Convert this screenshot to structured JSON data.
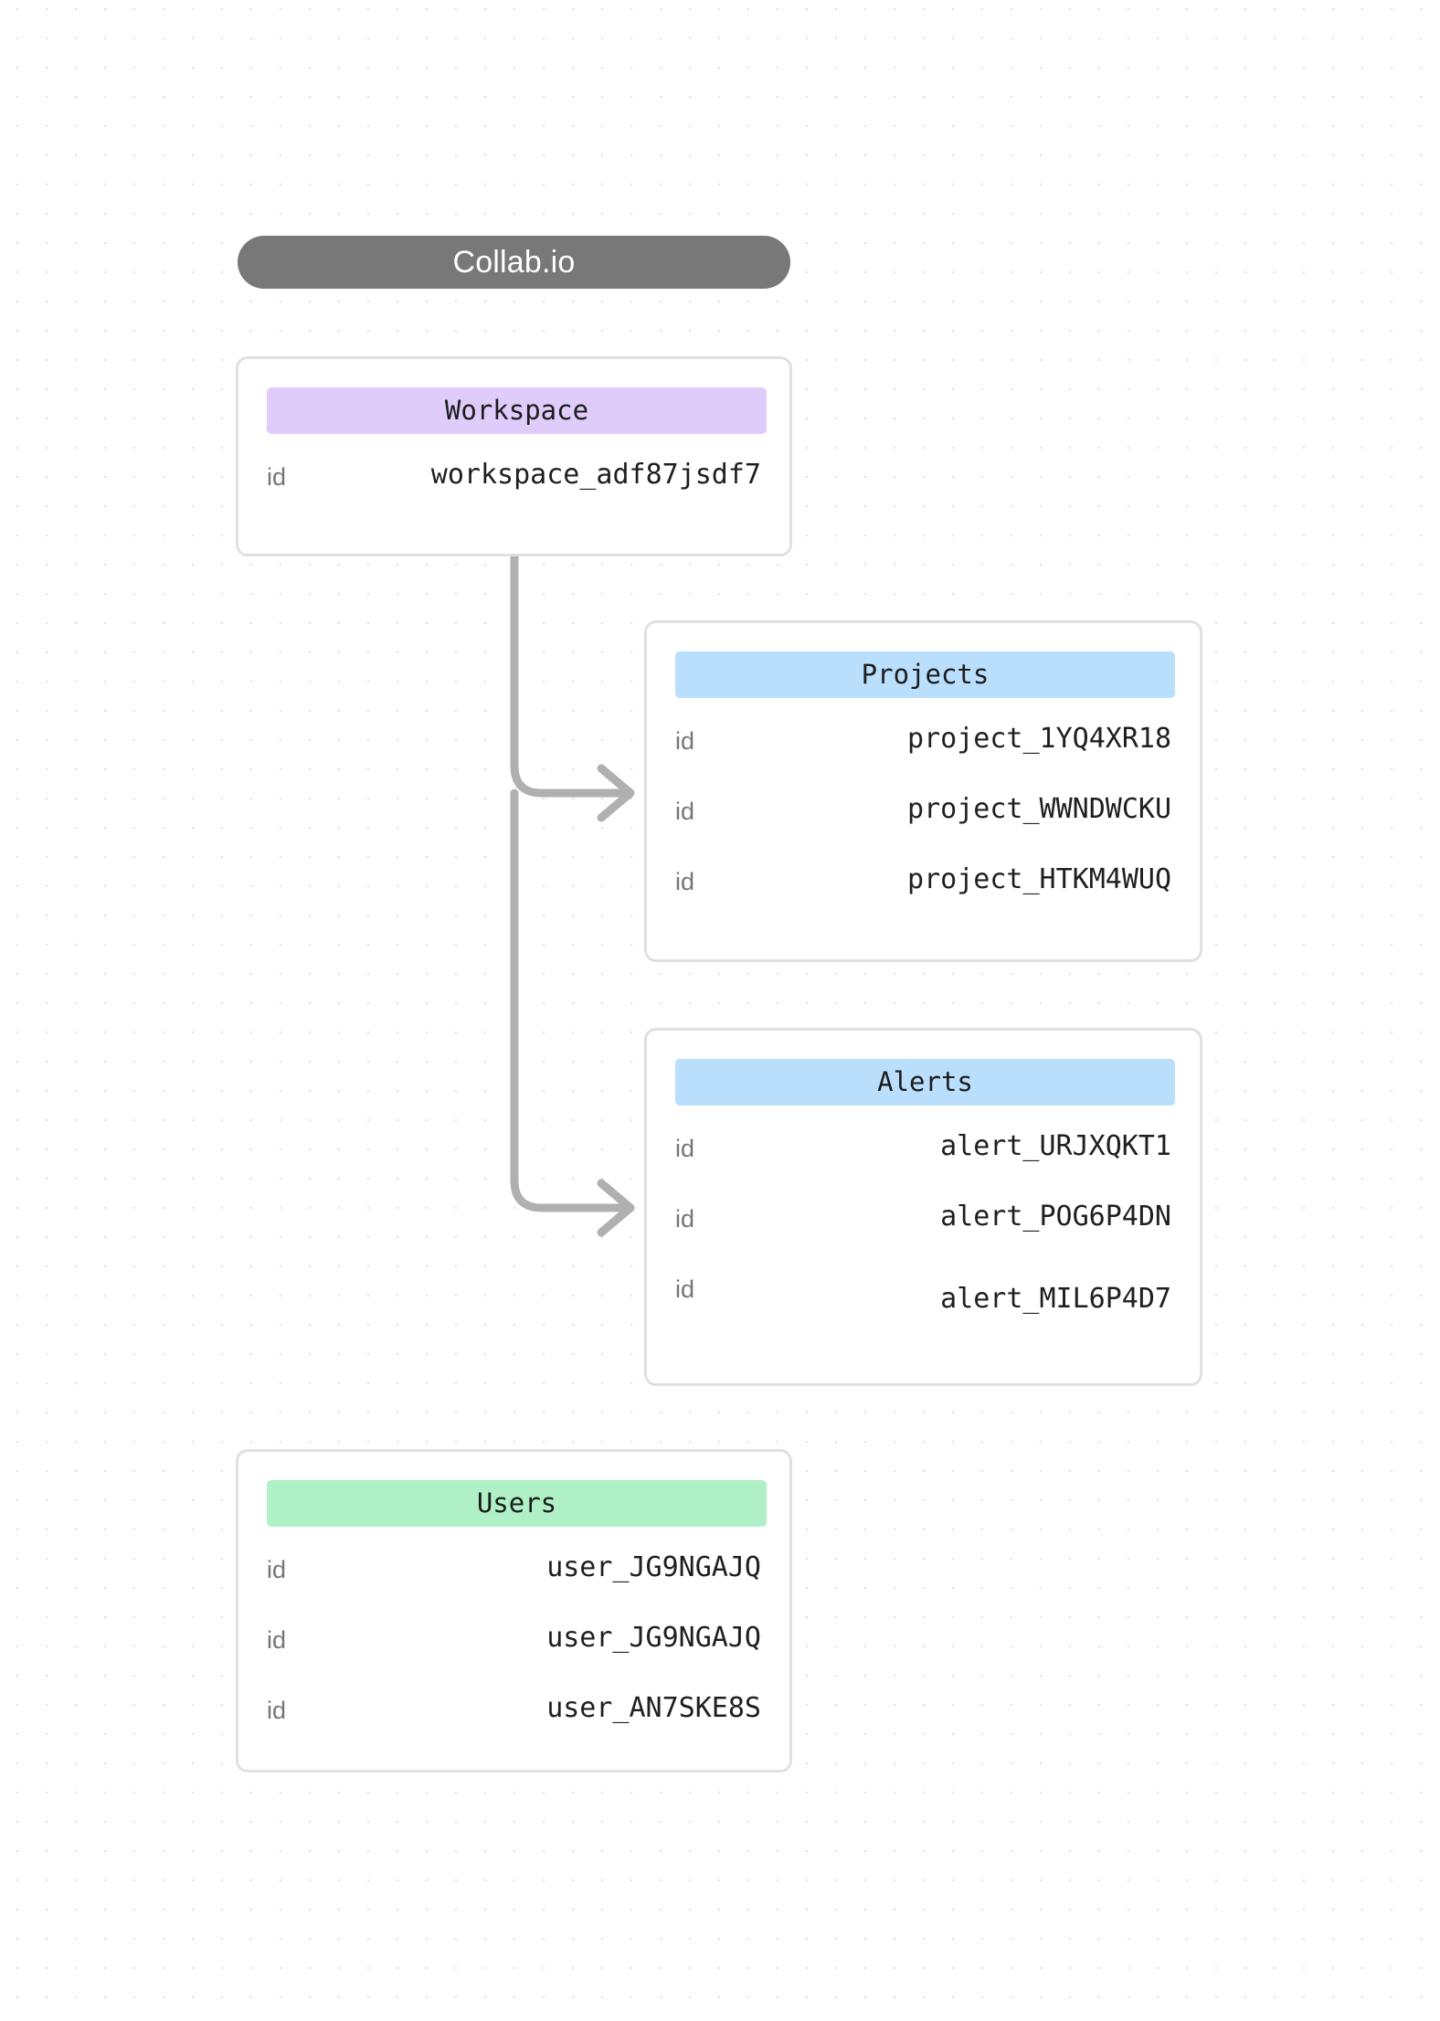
{
  "title": {
    "label": "Collab.io"
  },
  "cards": [
    {
      "name": "workspace",
      "header": "Workspace",
      "accent": "#e0ccfa",
      "rows": [
        {
          "key": "id",
          "value": "workspace_adf87jsdf7"
        }
      ]
    },
    {
      "name": "projects",
      "header": "Projects",
      "accent": "#b9dffd",
      "rows": [
        {
          "key": "id",
          "value": "project_1YQ4XR18"
        },
        {
          "key": "id",
          "value": "project_WWNDWCKU"
        },
        {
          "key": "id",
          "value": "project_HTKM4WUQ"
        }
      ]
    },
    {
      "name": "alerts",
      "header": "Alerts",
      "accent": "#b9dffd",
      "rows": [
        {
          "key": "id",
          "value": "alert_URJXQKT1"
        },
        {
          "key": "id",
          "value": "alert_POG6P4DN"
        },
        {
          "key": "id",
          "value": "alert_MIL6P4D7"
        }
      ]
    },
    {
      "name": "users",
      "header": "Users",
      "accent": "#aff0c6",
      "rows": [
        {
          "key": "id",
          "value": "user_JG9NGAJQ"
        },
        {
          "key": "id",
          "value": "user_JG9NGAJQ"
        },
        {
          "key": "id",
          "value": "user_AN7SKE8S"
        }
      ]
    }
  ],
  "connectors": {
    "color": "#b0b0b0",
    "edges": [
      {
        "from": "workspace",
        "to": "projects"
      },
      {
        "from": "workspace",
        "to": "alerts"
      }
    ]
  },
  "canvas": {
    "background": "#ffffff",
    "dot_color": "#e4e4e4",
    "card_border": "#e0e0e0",
    "title_pill_color": "#787878"
  }
}
